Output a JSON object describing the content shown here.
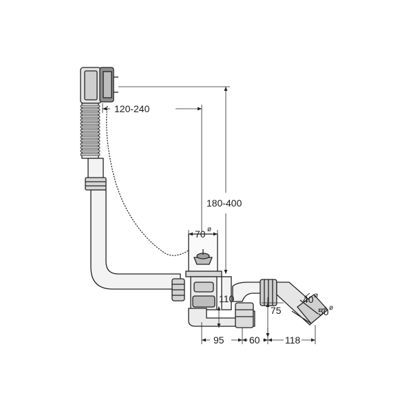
{
  "diagram": {
    "dimensions": {
      "overflow_offset": "120-240",
      "height_range": "180-400",
      "drain_diameter": "70",
      "drain_diameter_sup": "ø",
      "trap_height": "110",
      "outlet_height": "75",
      "horizontal_1": "95",
      "horizontal_2": "60",
      "horizontal_3": "118",
      "pipe_40": "40",
      "pipe_40_sup": "ø",
      "pipe_50": "50",
      "pipe_50_sup": "ø"
    },
    "colors": {
      "line": "#222222",
      "fill_light": "#f3f3f3",
      "fill_mid": "#dcdcdc",
      "fill_dark": "#9a9a9a"
    }
  }
}
